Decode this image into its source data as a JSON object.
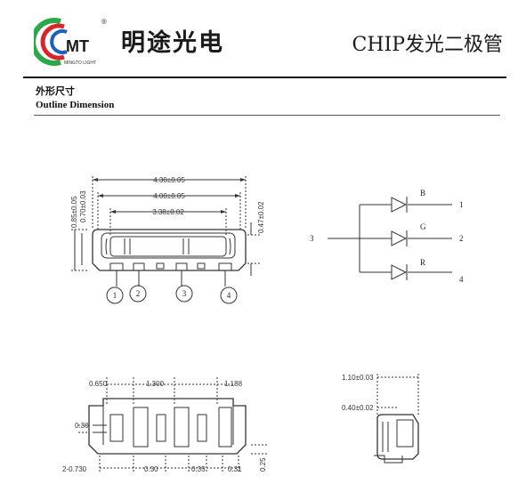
{
  "header": {
    "logo_text": "MT",
    "logo_subtext": "MINGTO LIGHT",
    "registered_mark": "®",
    "brand_name": "明途光电",
    "doc_title": "CHIP发光二极管"
  },
  "section": {
    "title_cn": "外形尺寸",
    "title_en": "Outline Dimension"
  },
  "top_view": {
    "dims": {
      "overall_length": "4.30±0.05",
      "inner_length": "4.00±0.05",
      "window_length": "3.38±0.02",
      "height_total": "0.85±0.05",
      "height_body": "0.70±0.03",
      "side_dim": "0.47±0.02"
    },
    "pins": [
      "1",
      "2",
      "3",
      "4"
    ]
  },
  "schematic": {
    "common": "3",
    "channels": [
      {
        "color": "B",
        "pin": "1"
      },
      {
        "color": "G",
        "pin": "2"
      },
      {
        "color": "R",
        "pin": "4"
      }
    ]
  },
  "bottom_view": {
    "dims": {
      "pad_a": "0.650",
      "pad_b": "1.300",
      "pad_c": "1.188",
      "left_h": "0.30",
      "bottom_a": "2-0.730",
      "bottom_b": "0.30",
      "bottom_c": "0.35",
      "bottom_d": "0.31",
      "bottom_h": "0.25"
    }
  },
  "side_view": {
    "dims": {
      "width": "1.10±0.03",
      "lens": "0.40±0.02"
    }
  },
  "colors": {
    "logo_red": "#d9252a",
    "logo_green": "#2aa84a",
    "logo_blue": "#1f5fbf"
  }
}
